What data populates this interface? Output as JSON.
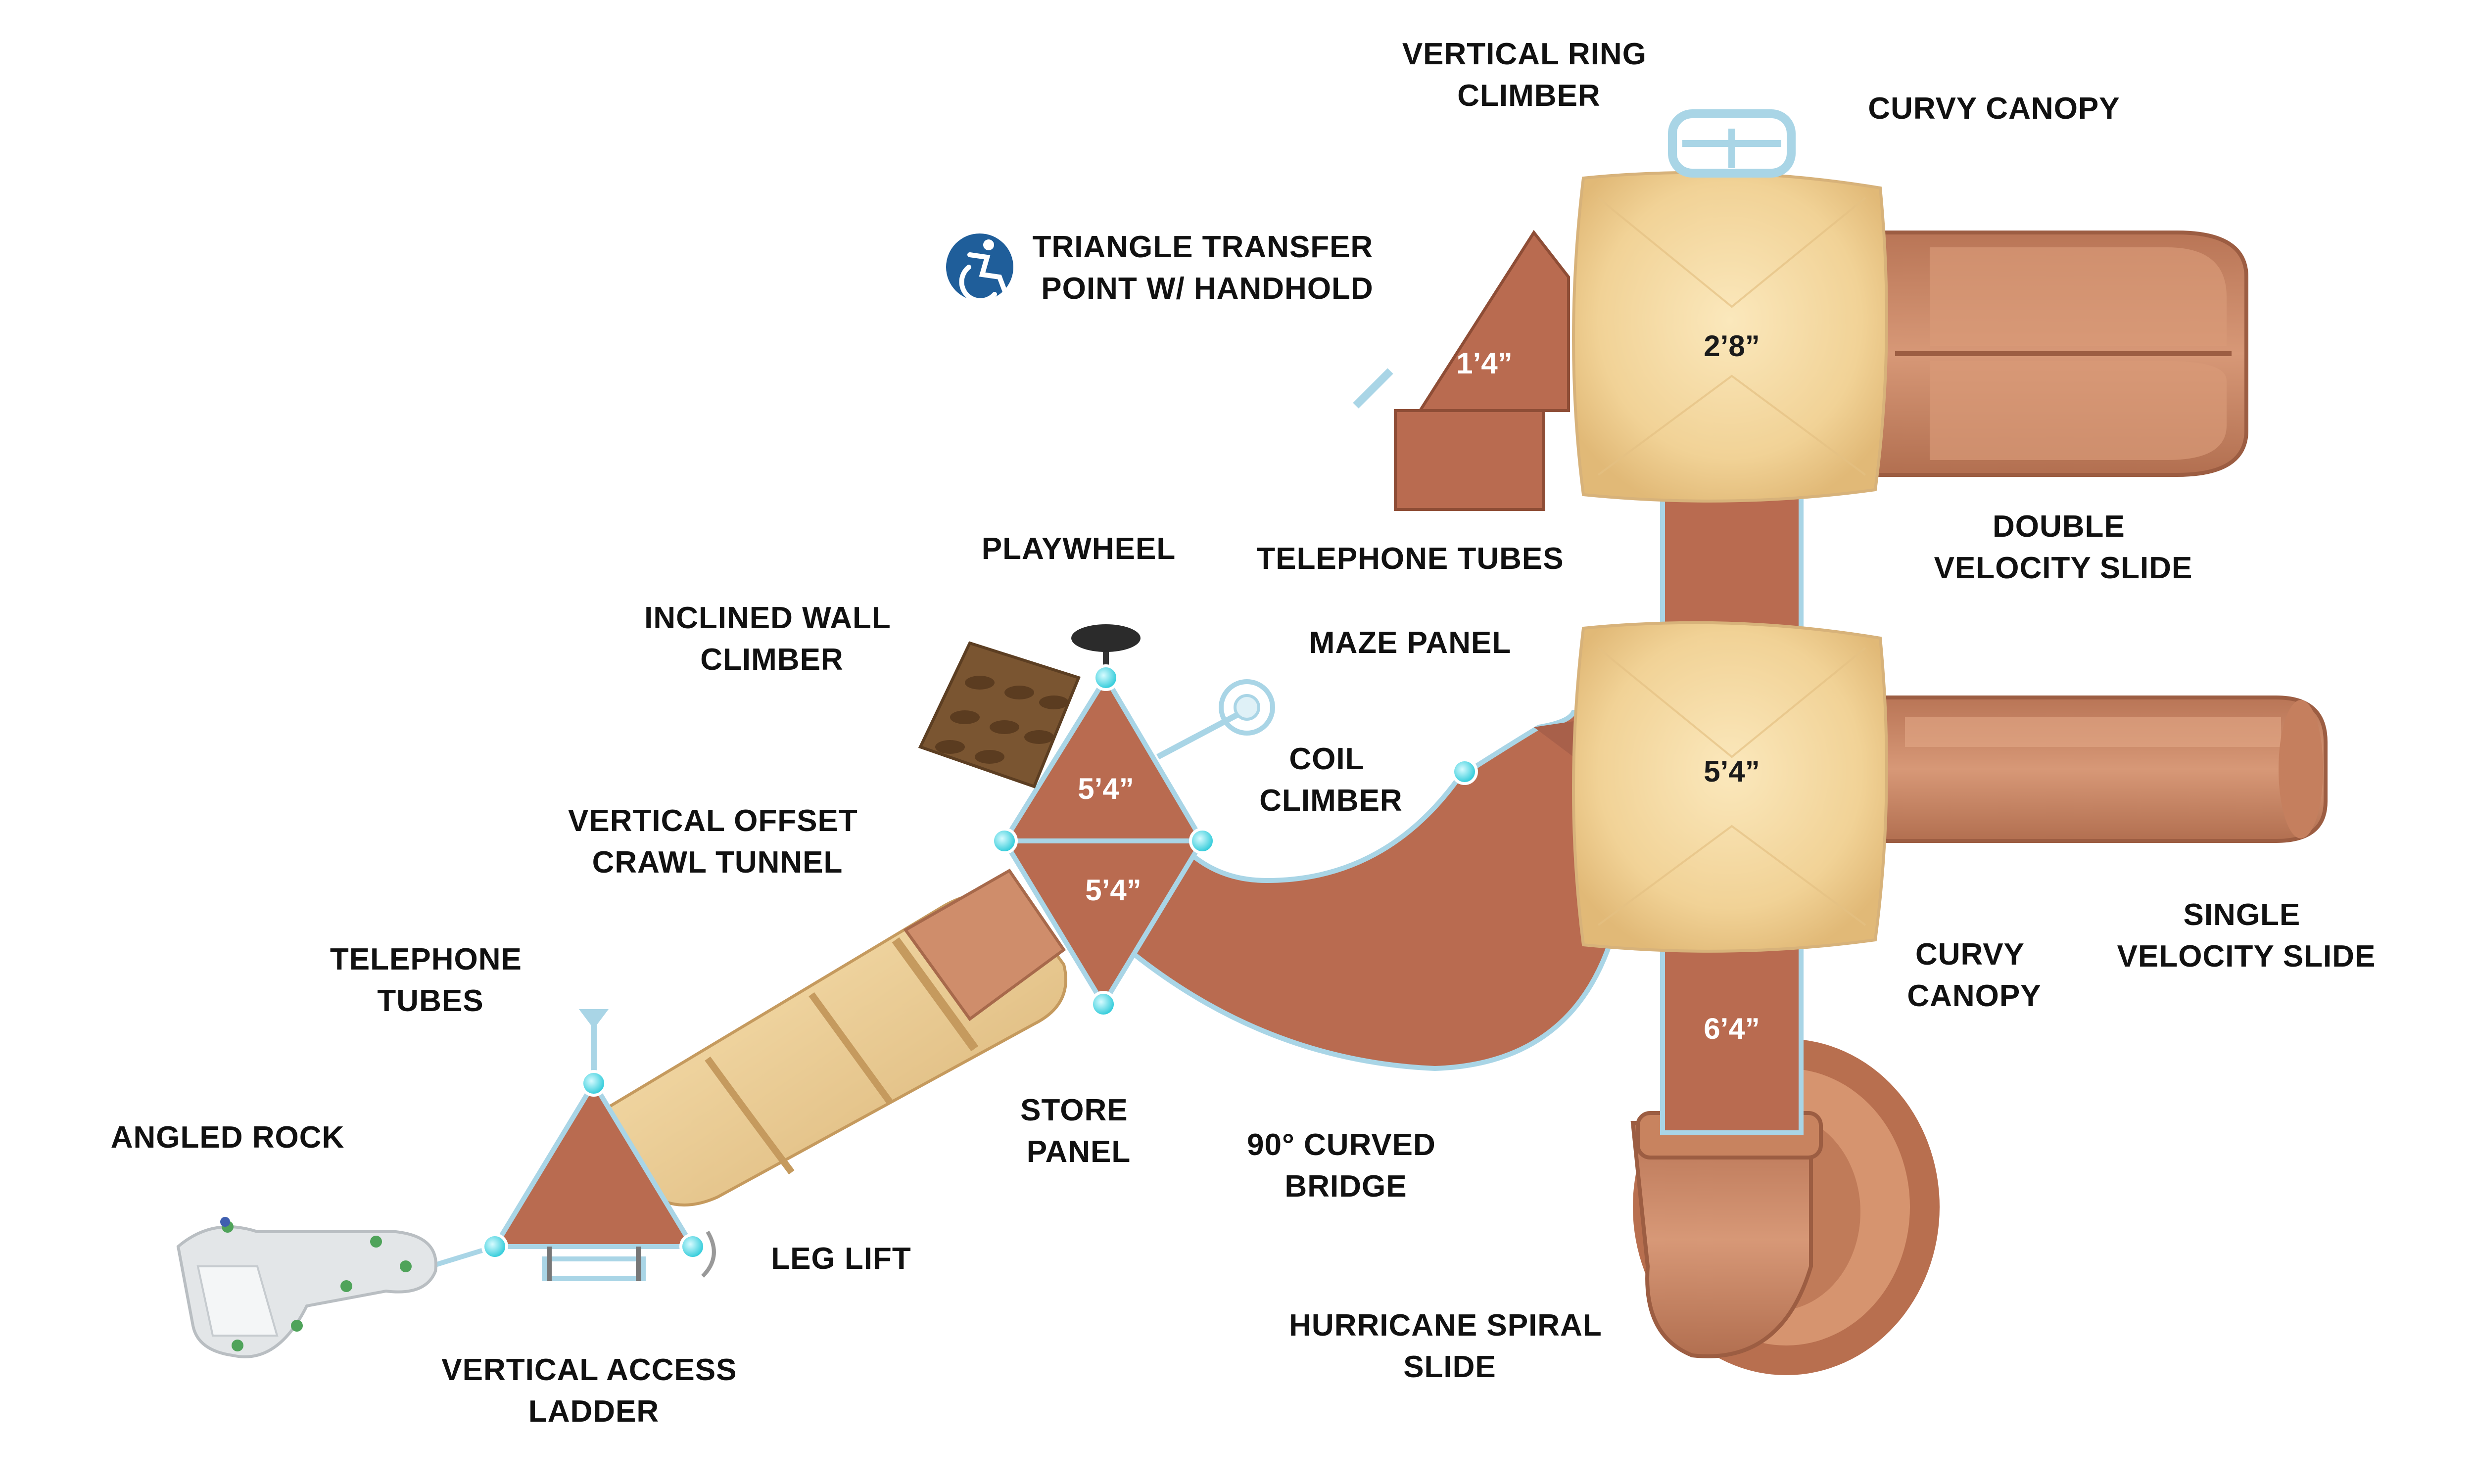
{
  "colors": {
    "deck": "#b96b50",
    "deck_dark": "#8e4d36",
    "canopy": "#f4d9a0",
    "slide": "#cf8d6b",
    "slide_dark": "#b3704f",
    "tunnel_light": "#f2d69b",
    "rail": "#a9d5e6",
    "connector": "#3fdde6",
    "climber": "#7a5531",
    "rock": "#dfe3e6",
    "accessible_badge": "#1f5e9a"
  },
  "labels": {
    "vertical_ring_climber": [
      "VERTICAL RING",
      "CLIMBER"
    ],
    "curvy_canopy_top": [
      "CURVY CANOPY"
    ],
    "triangle_transfer_point": [
      "TRIANGLE TRANSFER",
      "POINT W/ HANDHOLD"
    ],
    "double_velocity_slide": [
      "DOUBLE",
      "VELOCITY SLIDE"
    ],
    "playwheel": [
      "PLAYWHEEL"
    ],
    "telephone_tubes_top": [
      "TELEPHONE TUBES"
    ],
    "inclined_wall_climber": [
      "INCLINED WALL",
      "CLIMBER"
    ],
    "maze_panel": [
      "MAZE PANEL"
    ],
    "coil_climber": [
      "COIL",
      "CLIMBER"
    ],
    "vertical_offset_crawl_tunnel": [
      "VERTICAL OFFSET",
      "CRAWL TUNNEL"
    ],
    "telephone_tubes_left": [
      "TELEPHONE",
      "TUBES"
    ],
    "single_velocity_slide": [
      "SINGLE",
      "VELOCITY SLIDE"
    ],
    "curvy_canopy_bottom": [
      "CURVY",
      "CANOPY"
    ],
    "angled_rock": [
      "ANGLED ROCK"
    ],
    "store_panel": [
      "STORE",
      "PANEL"
    ],
    "curved_bridge": [
      "90° CURVED",
      "BRIDGE"
    ],
    "leg_lift": [
      "LEG LIFT"
    ],
    "hurricane_spiral_slide": [
      "HURRICANE SPIRAL",
      "SLIDE"
    ],
    "vertical_access_ladder": [
      "VERTICAL ACCESS",
      "LADDER"
    ]
  },
  "heights": {
    "transfer_point": "1’4”",
    "top_canopy_deck": "2’8”",
    "playwheel_deck": "5’4”",
    "store_deck": "5’4”",
    "bottom_canopy_deck": "5’4”",
    "spiral_deck": "6’4”"
  },
  "icons": {
    "accessible": "wheelchair-accessible-icon"
  }
}
